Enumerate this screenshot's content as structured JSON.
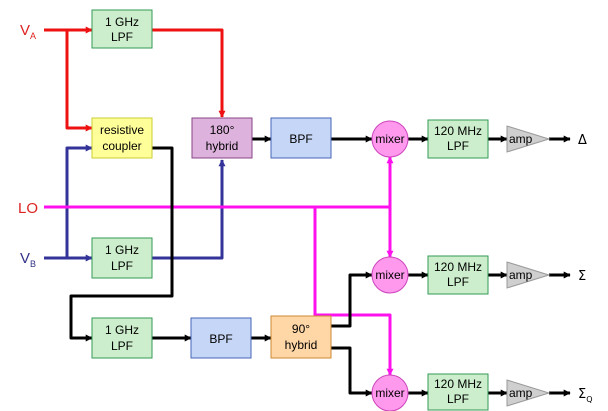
{
  "colors": {
    "red_wire": "#ee1111",
    "blue_wire": "#33339a",
    "magenta_wire": "#ff11ee",
    "black_wire": "#000000",
    "signal_a": "#dd2222",
    "signal_b": "#333388",
    "signal_lo": "#dd2222",
    "lpf_fill": "#cceecc",
    "lpf_stroke": "#339955",
    "bpf_fill": "#c6d6f6",
    "bpf_stroke": "#4466bb",
    "coupler_fill": "#ffff99",
    "coupler_stroke": "#cccc33",
    "hybrid180_fill": "#ddb3dd",
    "hybrid180_stroke": "#884488",
    "hybrid90_fill": "#ffd6a6",
    "hybrid90_stroke": "#cc8833",
    "mixer_fill": "#ff99ee",
    "mixer_stroke": "#cc44bb",
    "amp_fill": "#cfcfcf",
    "amp_stroke": "#999999"
  },
  "signals": {
    "va": {
      "main": "V",
      "sub": "A"
    },
    "vb": {
      "main": "V",
      "sub": "B"
    },
    "lo": {
      "main": "LO"
    }
  },
  "blocks": {
    "lpf_top": {
      "line1": "1 GHz",
      "line2": "LPF"
    },
    "lpf_mid": {
      "line1": "1 GHz",
      "line2": "LPF"
    },
    "lpf_bottom": {
      "line1": "1 GHz",
      "line2": "LPF"
    },
    "coupler": {
      "line1": "resistive",
      "line2": "coupler"
    },
    "hybrid180": {
      "line1": "180°",
      "line2": "hybrid"
    },
    "hybrid90": {
      "line1": "90°",
      "line2": "hybrid"
    },
    "bpf_top": {
      "label": "BPF"
    },
    "bpf_bottom": {
      "label": "BPF"
    },
    "mixer1": {
      "label": "mixer"
    },
    "mixer2": {
      "label": "mixer"
    },
    "mixer3": {
      "label": "mixer"
    },
    "lpf120_1": {
      "line1": "120 MHz",
      "line2": "LPF"
    },
    "lpf120_2": {
      "line1": "120 MHz",
      "line2": "LPF"
    },
    "lpf120_3": {
      "line1": "120 MHz",
      "line2": "LPF"
    },
    "amp1": {
      "label": "amp"
    },
    "amp2": {
      "label": "amp"
    },
    "amp3": {
      "label": "amp"
    }
  },
  "outputs": {
    "delta": {
      "main": "Δ"
    },
    "sigma": {
      "main": "Σ"
    },
    "sigma_q": {
      "main": "Σ",
      "sub": "Q"
    }
  }
}
